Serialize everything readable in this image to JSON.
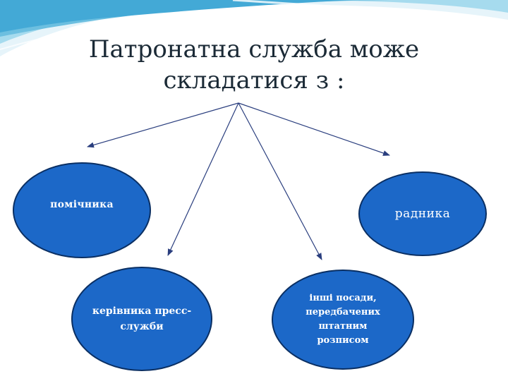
{
  "title": {
    "line1": "Патронатна служба може",
    "line2": "складатися з :"
  },
  "nodes": {
    "pomichnyk": "помічника",
    "radnyk": "радника",
    "kerivnyk": "керівника пресс-служби",
    "inshi": "інші посади, передбачених штатним розписом"
  },
  "colors": {
    "node_fill": "#1c68c8",
    "node_border": "#0a2f63",
    "arrow": "#2a3e7e",
    "title": "#1b2a36",
    "decoration": "#7fc9e3"
  }
}
